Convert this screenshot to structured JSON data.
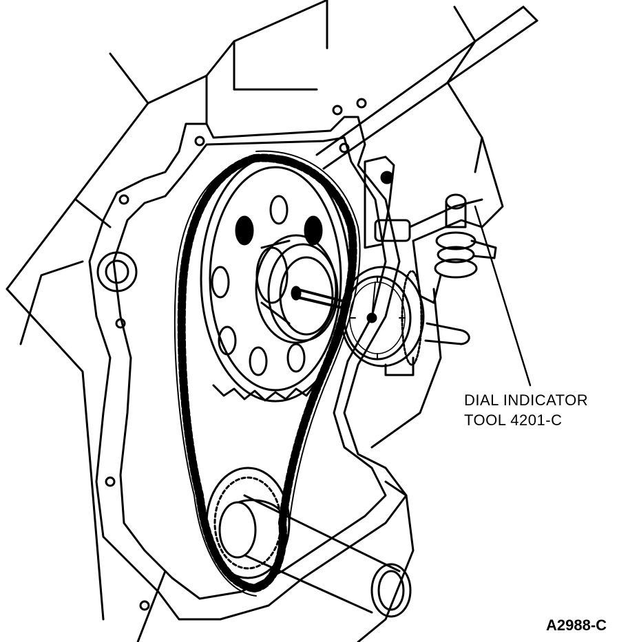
{
  "labels": {
    "dial_indicator_line1": "DIAL INDICATOR",
    "dial_indicator_line2": "TOOL 4201-C",
    "figure_code": "A2988-C"
  },
  "colors": {
    "ink": "#000000",
    "paper": "#ffffff"
  }
}
